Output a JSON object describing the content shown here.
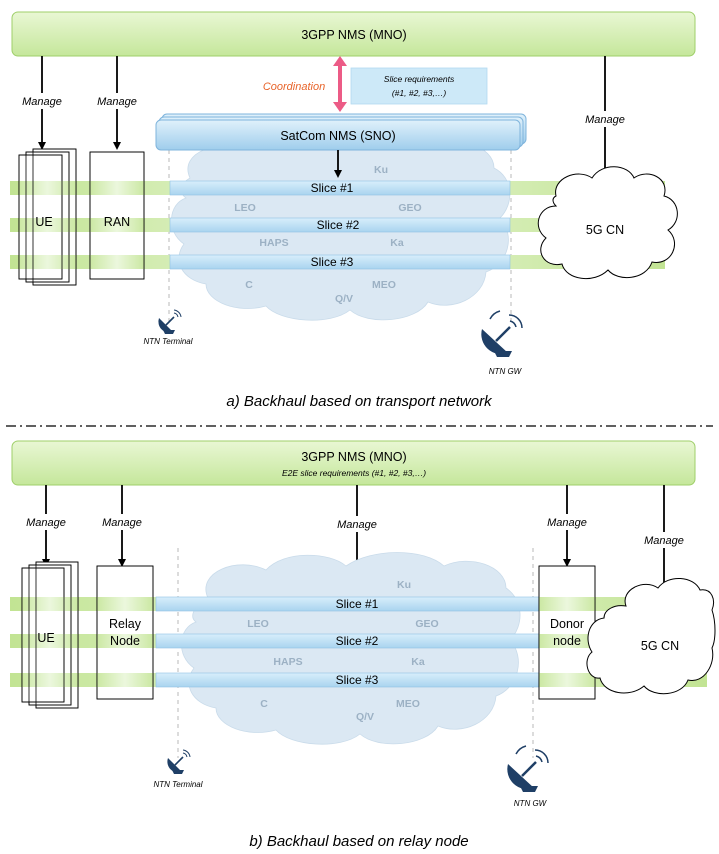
{
  "diagram_a": {
    "nms": "3GPP NMS (MNO)",
    "manage_ue": "Manage",
    "manage_ran": "Manage",
    "manage_cn": "Manage",
    "coordination": "Coordination",
    "slice_req_1": "Slice requirements",
    "slice_req_2": "(#1, #2, #3,…)",
    "satcom": "SatCom NMS (SNO)",
    "ue": "UE",
    "ran": "RAN",
    "cn": "5G CN",
    "slices": [
      "Slice #1",
      "Slice #2",
      "Slice #3"
    ],
    "orbits": [
      "Ku",
      "LEO",
      "GEO",
      "HAPS",
      "Ka",
      "C",
      "MEO",
      "Q/V"
    ],
    "terminal": "NTN Terminal",
    "gw": "NTN GW",
    "caption": "a) Backhaul based on transport network"
  },
  "diagram_b": {
    "nms": "3GPP NMS (MNO)",
    "e2e": "E2E slice requirements (#1, #2, #3,…)",
    "manage_ue": "Manage",
    "manage_relay": "Manage",
    "manage_center": "Manage",
    "manage_donor": "Manage",
    "manage_cn": "Manage",
    "ue": "UE",
    "relay_1": "Relay",
    "relay_2": "Node",
    "donor_1": "Donor",
    "donor_2": "node",
    "cn": "5G CN",
    "slices": [
      "Slice #1",
      "Slice #2",
      "Slice #3"
    ],
    "orbits": [
      "Ku",
      "LEO",
      "GEO",
      "HAPS",
      "Ka",
      "C",
      "MEO",
      "Q/V"
    ],
    "terminal": "NTN Terminal",
    "gw": "NTN GW",
    "caption": "b) Backhaul based on relay node"
  },
  "colors": {
    "nms_green": "#d5efb0",
    "slice_blue": "#bfe0f4",
    "band_green": "#cfeaa6",
    "cloud": "#dbe8f3",
    "orbit_text": "#9cb1c4",
    "coordination": "#e8642a",
    "arrow_pink": "#ec5b86",
    "icon_navy": "#1f3f66"
  }
}
